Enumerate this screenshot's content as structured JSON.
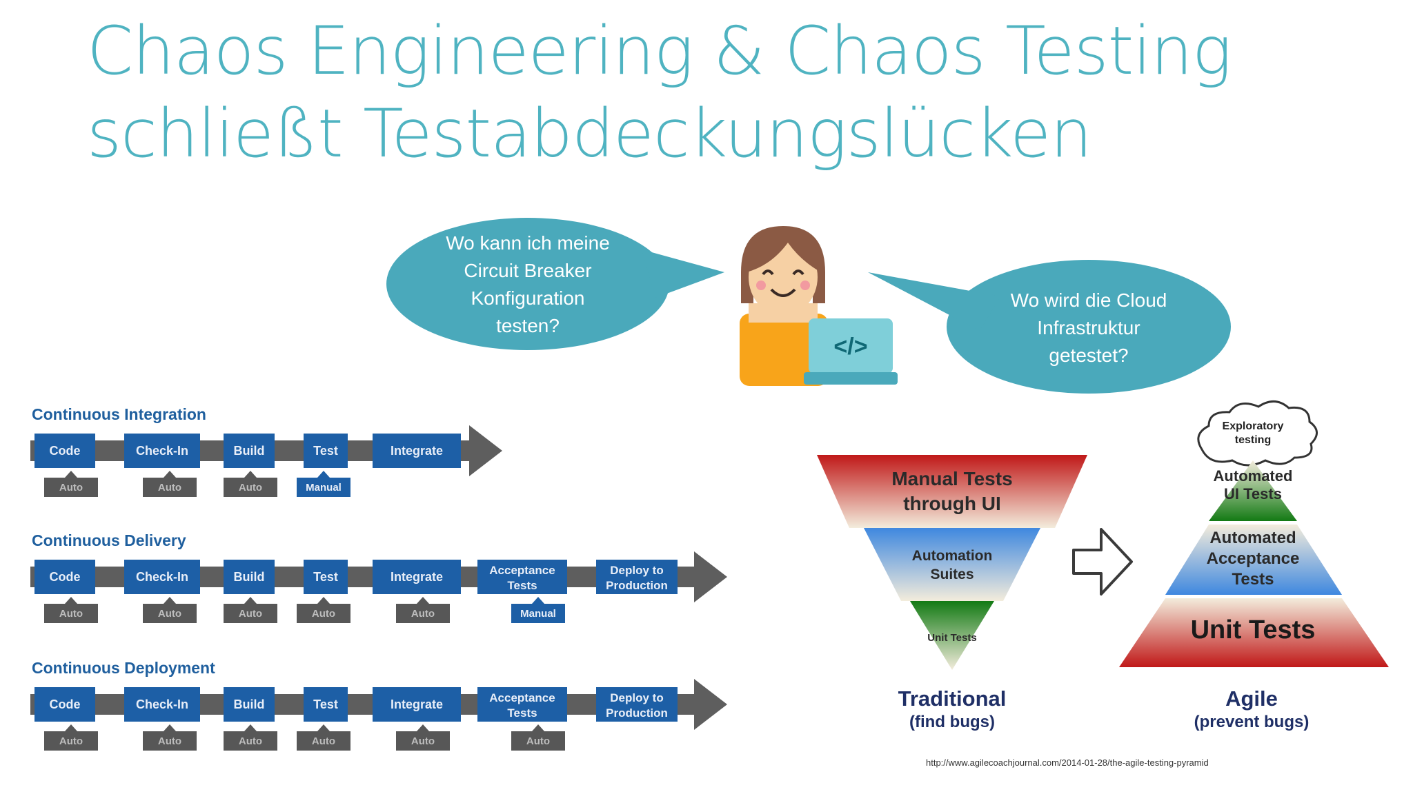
{
  "slide": {
    "title_line1": "Chaos Engineering & Chaos Testing",
    "title_line2": "schließt Testabdeckungslücken"
  },
  "bubbles": {
    "left": [
      "Wo kann ich meine",
      "Circuit Breaker",
      "Konfiguration",
      "testen?"
    ],
    "right": [
      "Wo wird die Cloud",
      "Infrastruktur",
      "getestet?"
    ]
  },
  "pipelines": [
    {
      "title": "Continuous Integration",
      "steps": [
        {
          "label": [
            "Code"
          ],
          "tag": "Auto",
          "manual": false
        },
        {
          "label": [
            "Check-In"
          ],
          "tag": "Auto",
          "manual": false
        },
        {
          "label": [
            "Build"
          ],
          "tag": "Auto",
          "manual": false
        },
        {
          "label": [
            "Test"
          ],
          "tag": "Manual",
          "manual": true
        },
        {
          "label": [
            "Integrate"
          ],
          "tag": "",
          "manual": false
        }
      ]
    },
    {
      "title": "Continuous Delivery",
      "steps": [
        {
          "label": [
            "Code"
          ],
          "tag": "Auto",
          "manual": false
        },
        {
          "label": [
            "Check-In"
          ],
          "tag": "Auto",
          "manual": false
        },
        {
          "label": [
            "Build"
          ],
          "tag": "Auto",
          "manual": false
        },
        {
          "label": [
            "Test"
          ],
          "tag": "Auto",
          "manual": false
        },
        {
          "label": [
            "Integrate"
          ],
          "tag": "Auto",
          "manual": false
        },
        {
          "label": [
            "Acceptance",
            "Tests"
          ],
          "tag": "",
          "manual": false
        },
        {
          "label": [
            "Deploy to",
            "Production"
          ],
          "tag": "Manual",
          "manual": true
        }
      ]
    },
    {
      "title": "Continuous Deployment",
      "steps": [
        {
          "label": [
            "Code"
          ],
          "tag": "Auto",
          "manual": false
        },
        {
          "label": [
            "Check-In"
          ],
          "tag": "Auto",
          "manual": false
        },
        {
          "label": [
            "Build"
          ],
          "tag": "Auto",
          "manual": false
        },
        {
          "label": [
            "Test"
          ],
          "tag": "Auto",
          "manual": false
        },
        {
          "label": [
            "Integrate"
          ],
          "tag": "Auto",
          "manual": false
        },
        {
          "label": [
            "Acceptance",
            "Tests"
          ],
          "tag": "",
          "manual": false
        },
        {
          "label": [
            "Deploy to",
            "Production"
          ],
          "tag": "Auto",
          "manual": false
        }
      ]
    }
  ],
  "pyramids": {
    "traditional": {
      "top": [
        "Manual Tests",
        "through UI"
      ],
      "middle": [
        "Automation",
        "Suites"
      ],
      "bottom": "Unit Tests",
      "caption": "Traditional",
      "subcaption": "(find bugs)"
    },
    "agile": {
      "cloud": [
        "Exploratory",
        "testing"
      ],
      "top": [
        "Automated",
        "UI Tests"
      ],
      "middle": [
        "Automated",
        "Acceptance",
        "Tests"
      ],
      "bottom": "Unit Tests",
      "caption": "Agile",
      "subcaption": "(prevent bugs)"
    },
    "source_url": "http://www.agilecoachjournal.com/2014-01-28/the-agile-testing-pyramid"
  },
  "colors": {
    "title": "#4fb3c1",
    "bubble": "#4aa9bb",
    "step_blue": "#1d5fa6",
    "arrow_gray": "#5e5e5e",
    "pipeline_title": "#1f5f9e"
  }
}
